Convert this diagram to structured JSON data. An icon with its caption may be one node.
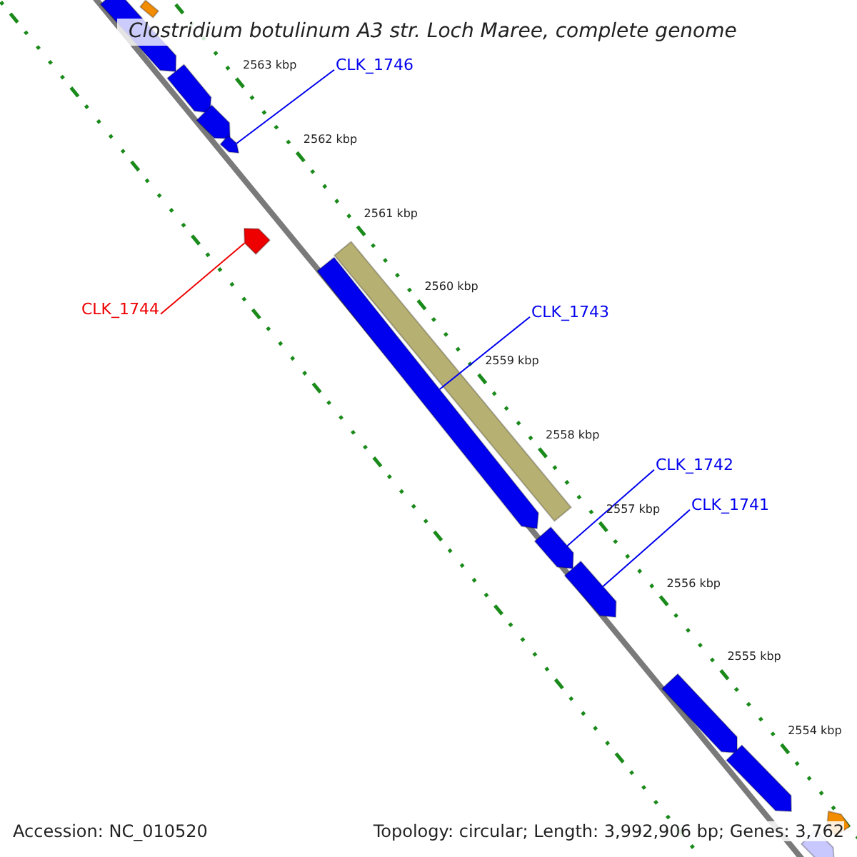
{
  "diagram": {
    "title": "Clostridium botulinum A3 str. Loch Maree, complete genome",
    "nodes": [
      {
        "text": [
          "CLK_1746"
        ]
      },
      {
        "text": [
          "CLK_1744"
        ]
      },
      {
        "text": [
          "CLK_1743"
        ]
      },
      {
        "text": [
          "CLK_1742"
        ]
      },
      {
        "text": [
          "CLK_1741"
        ]
      },
      {
        "text": [],
        "shape": "arrow"
      },
      {
        "text": [],
        "shape": "arrow"
      },
      {
        "text": [],
        "shape": "arrow"
      },
      {
        "text": [],
        "shape": "arrow"
      },
      {
        "text": [],
        "shape": "arrow"
      },
      {
        "text": [],
        "shape": "arrow"
      },
      {
        "text": [],
        "shape": "bar"
      },
      {
        "text": [],
        "shape": "arrow"
      },
      {
        "text": [],
        "shape": "arrow"
      },
      {
        "text": [],
        "shape": "arrow"
      },
      {
        "text": [],
        "shape": "arrow"
      },
      {
        "text": [],
        "shape": "arrow"
      },
      {
        "text": [],
        "shape": "arrow"
      },
      {
        "text": [],
        "shape": "arrow"
      }
    ],
    "edges": [
      {
        "from": 0,
        "to": 9,
        "arrow": "none"
      },
      {
        "from": 1,
        "to": 10,
        "arrow": "none",
        "color": "#ee0000"
      },
      {
        "from": 2,
        "to": 12,
        "arrow": "none"
      },
      {
        "from": 3,
        "to": 13,
        "arrow": "none"
      },
      {
        "from": 4,
        "to": 14,
        "arrow": "none"
      }
    ],
    "labels": [
      "2563 kbp",
      "2562 kbp",
      "2561 kbp",
      "2560 kbp",
      "2559 kbp",
      "2558 kbp",
      "2557 kbp",
      "2556 kbp",
      "2555 kbp",
      "2554 kbp",
      "Accession: NC_010520",
      "Topology: circular; Length: 3,992,906 bp; Genes: 3,762"
    ]
  }
}
